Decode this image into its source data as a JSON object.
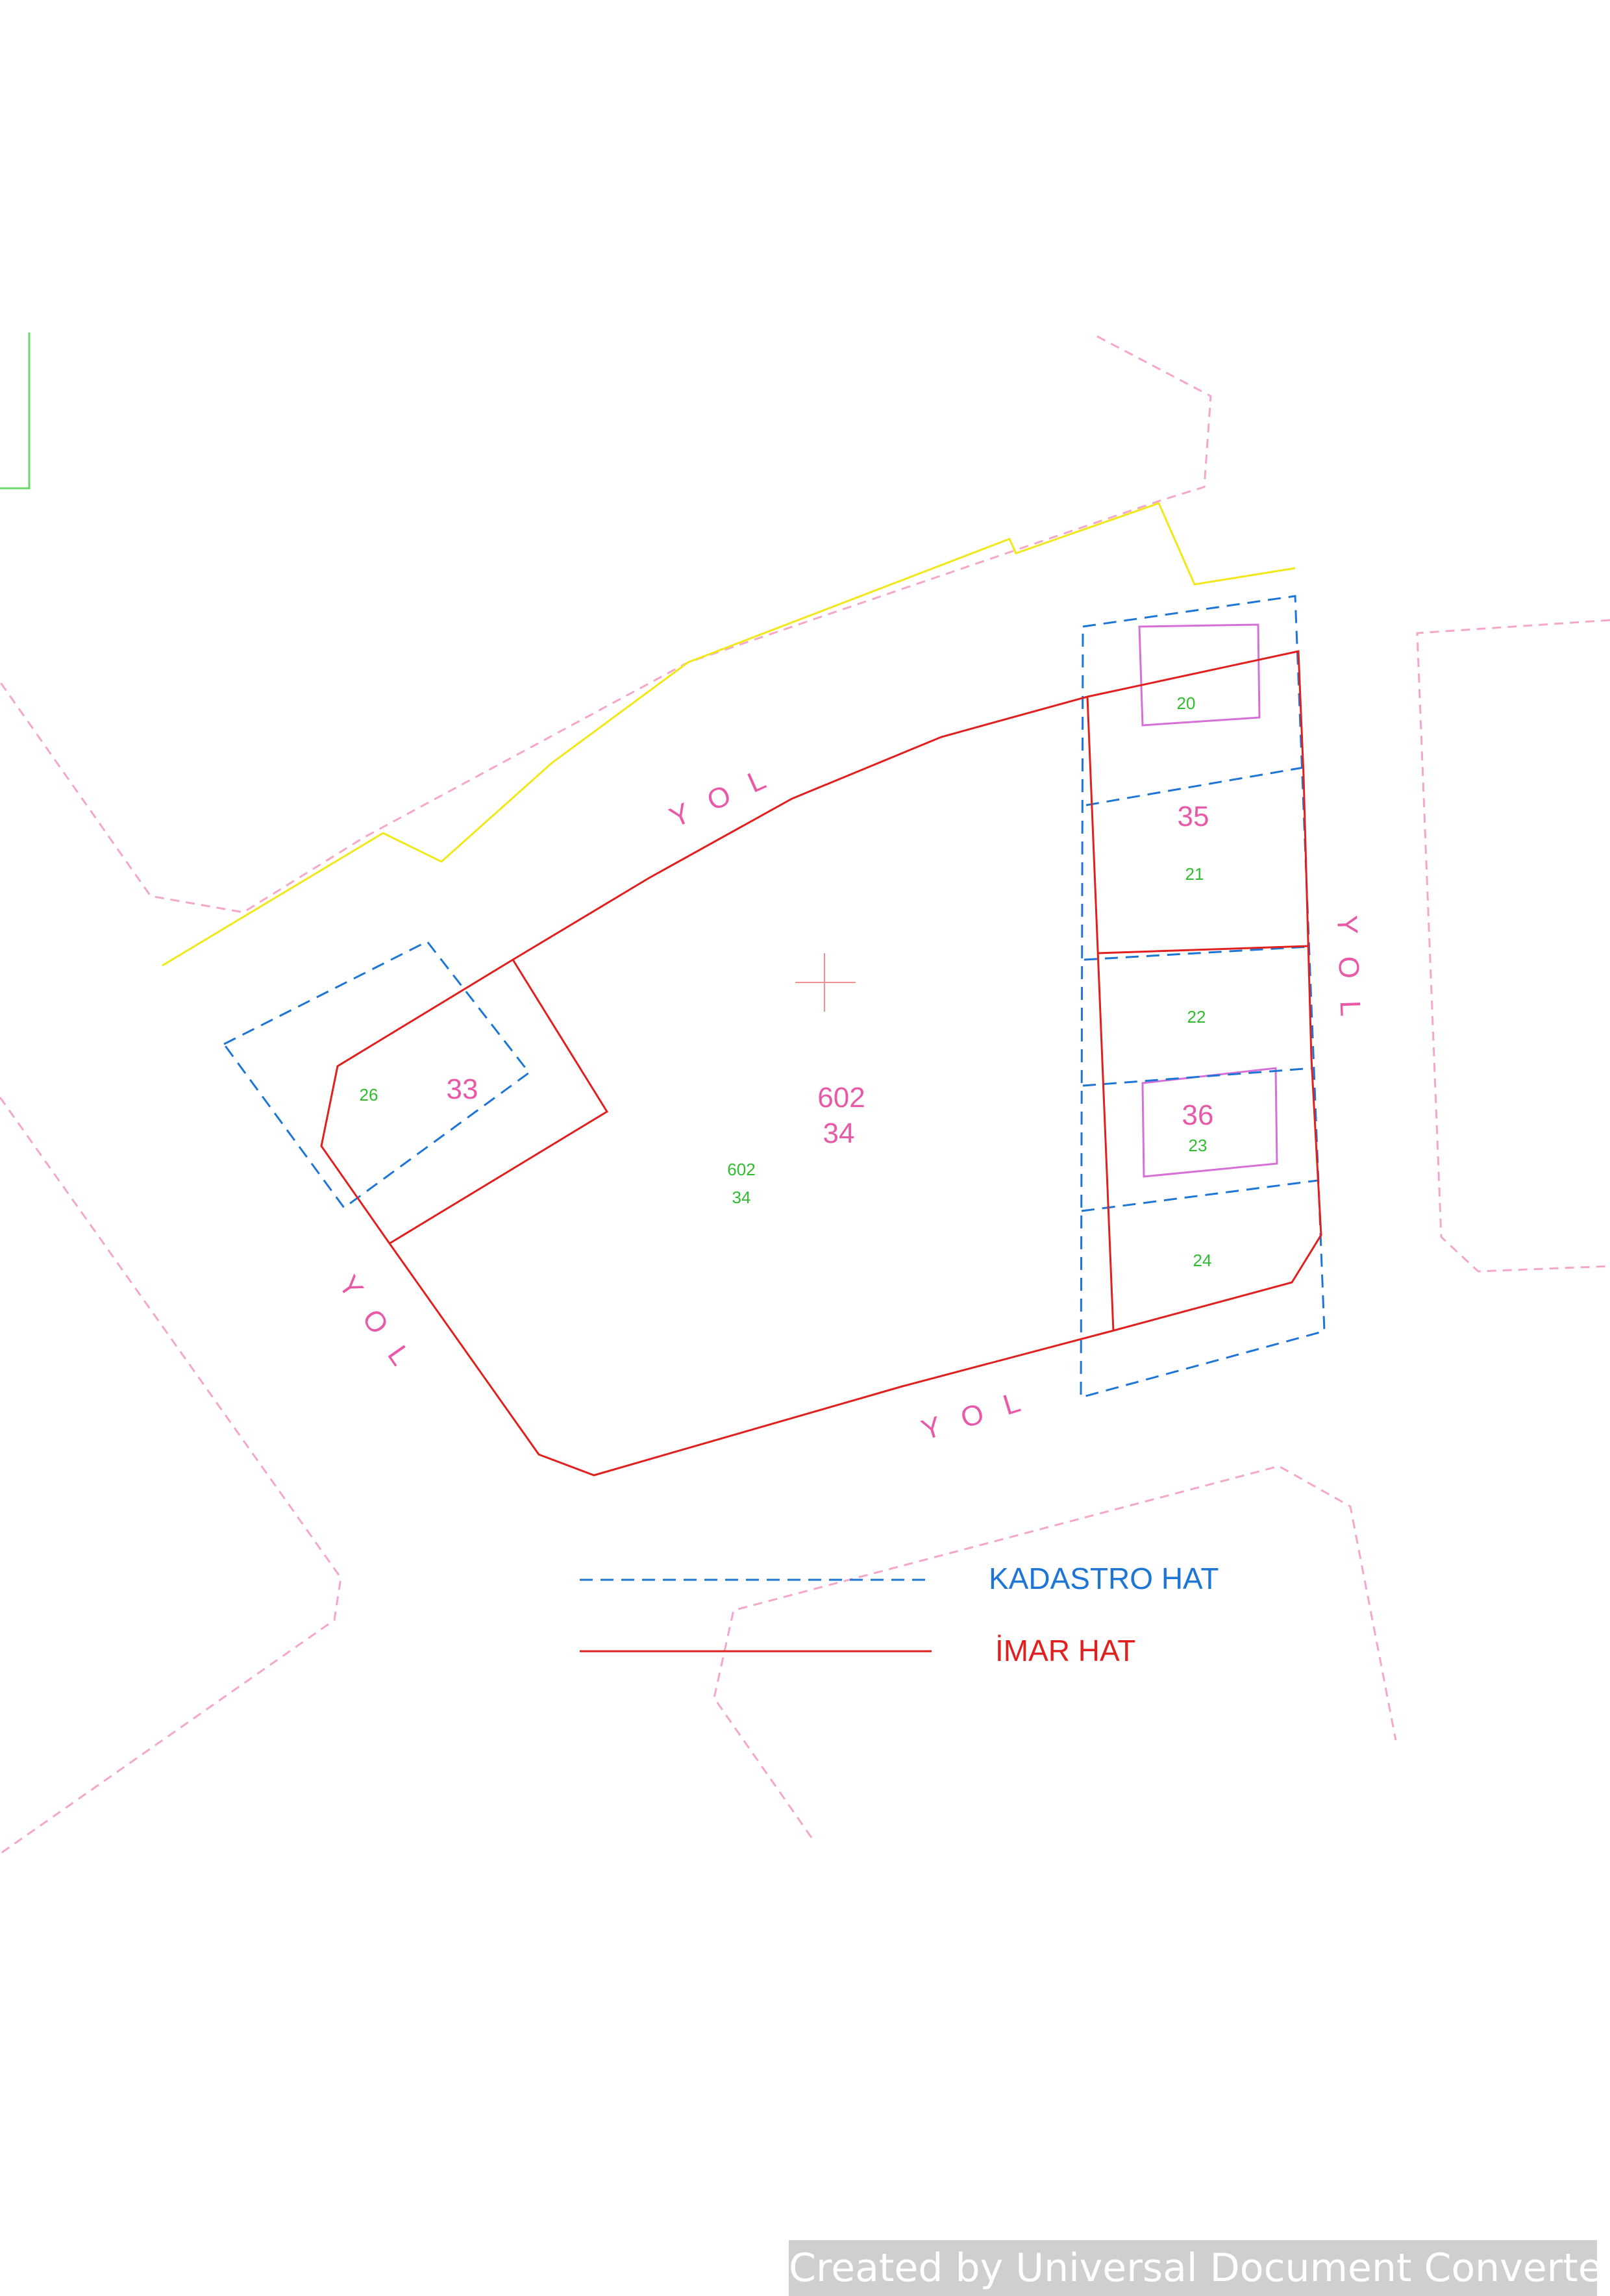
{
  "map": {
    "road_labels": [
      "YOL",
      "YOL",
      "YOL",
      "YOL"
    ],
    "parcels": {
      "main_block": "602",
      "main_parcel": "34",
      "west_parcel": "33",
      "east_parcel_upper": "35",
      "east_parcel_lower": "36",
      "green_labels": [
        "20",
        "21",
        "22",
        "23",
        "24",
        "26",
        "602",
        "34"
      ]
    },
    "colors": {
      "kadastro": "#1d75d6",
      "imar": "#e0201e",
      "labels": "#e85aa8",
      "building": "#d670d6",
      "green_text": "#2ebd2e",
      "road_edge": "#f0e81a",
      "neighbor": "#f4a7c8"
    }
  },
  "legend": {
    "items": [
      {
        "label": "KADASTRO HAT",
        "style": "dashed",
        "color": "#1d75d6"
      },
      {
        "label": "İMAR HAT",
        "style": "solid",
        "color": "#e0201e"
      }
    ]
  },
  "watermark": "Created by Universal Document Converter"
}
